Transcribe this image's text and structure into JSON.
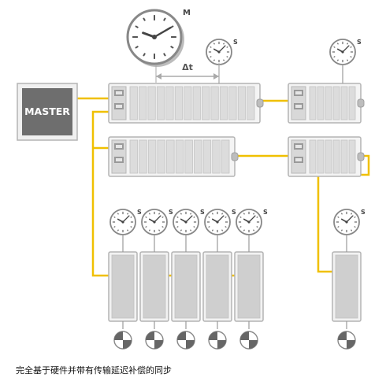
{
  "diagram": {
    "master_label": "MASTER",
    "master_clock_tag": "M",
    "slave_clock_tag": "S",
    "delta_label": "Δt",
    "caption": "完全基于硬件并带有传输延迟补偿的同步"
  },
  "colors": {
    "cable": "#f0c000",
    "master_fill": "#6e6e6e",
    "master_border": "#9a9a9a",
    "switch_fill": "#dcdcdc",
    "switch_border": "#b4b4b4",
    "device_fill": "#cfcfcf",
    "clock_stroke": "#888888",
    "text_dark": "#444444"
  }
}
